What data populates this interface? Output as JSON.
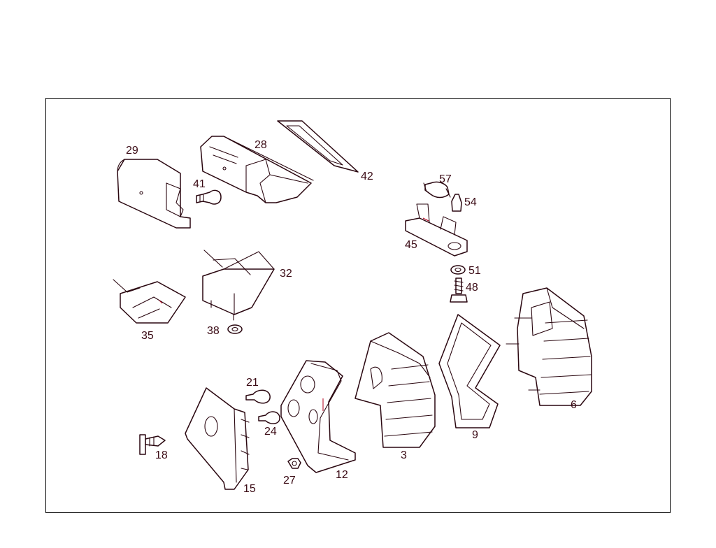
{
  "diagram": {
    "part_labels": {
      "p29": "29",
      "p28": "28",
      "p42": "42",
      "p41": "41",
      "p57": "57",
      "p54": "54",
      "p45": "45",
      "p32": "32",
      "p35": "35",
      "p38": "38",
      "p51": "51",
      "p48": "48",
      "p21": "21",
      "p24": "24",
      "p18": "18",
      "p15": "15",
      "p27": "27",
      "p12": "12",
      "p3": "3",
      "p9": "9",
      "p6": "6"
    },
    "line_color": "#2a0710",
    "accent_color": "#b3001e"
  }
}
